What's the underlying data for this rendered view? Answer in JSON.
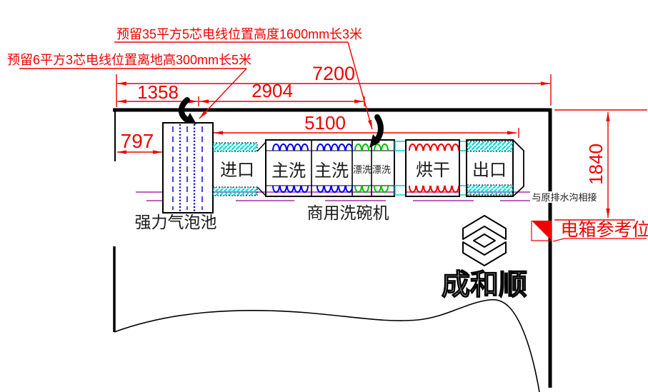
{
  "drawing": {
    "annotations": {
      "note_top": "预留35平方5芯电线位置高度1600mm长3米",
      "note_left": "预留6平方3芯电线位置离地高300mm长5米",
      "drain_note": "与原排水沟相接",
      "electric_box_label": "电箱参考位"
    },
    "dimensions": {
      "total_width": "7200",
      "wall_to_cable1": "1358",
      "cable1_to_cable2": "2904",
      "machine_length": "5100",
      "wall_to_pool": "797",
      "wall_depth": "1840"
    },
    "equipment": {
      "pool_label": "强力气泡池",
      "machine_label": "商用洗碗机",
      "sections": [
        {
          "label": "进口"
        },
        {
          "label": "主洗"
        },
        {
          "label": "主洗"
        },
        {
          "label": "漂洗"
        },
        {
          "label": "漂洗"
        },
        {
          "label": "烘干"
        },
        {
          "label": "出口"
        }
      ]
    },
    "brand": {
      "name": "成和顺"
    },
    "colors": {
      "dimension_red": "#f00000",
      "wash_coil_blue": "#0000f0",
      "rinse_coil_green": "#00c000",
      "dry_coil_red": "#f00000",
      "hatch_cyan": "#00dcdc",
      "drain_purple": "#c060c0",
      "wall_black": "#000000"
    }
  }
}
